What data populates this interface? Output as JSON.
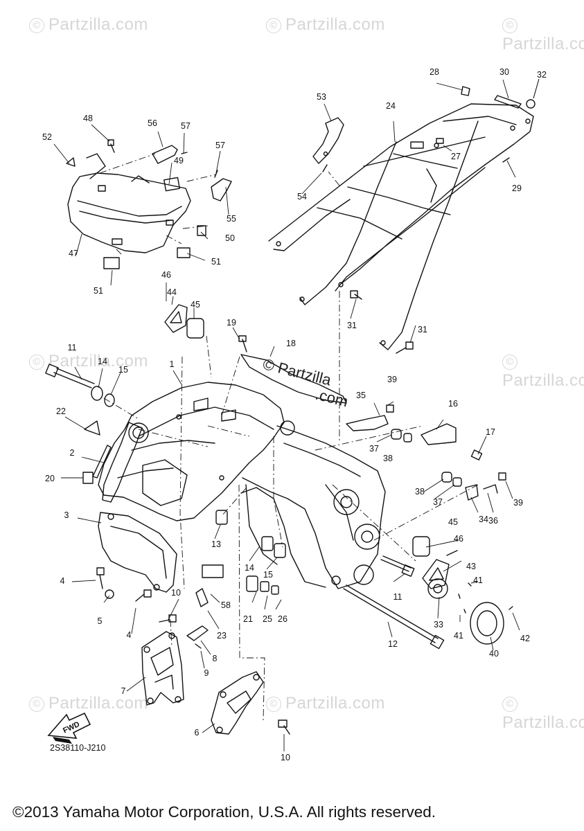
{
  "watermark": {
    "text": "Partzilla.com",
    "center_text_line1": "© Partzilla",
    "center_text_line2": ".com"
  },
  "diagram_code": "2S38110-J210",
  "fwd_label": "FWD",
  "copyright": "©2013 Yamaha Motor Corporation, U.S.A. All rights reserved.",
  "callouts": [
    "1",
    "2",
    "3",
    "4",
    "4",
    "5",
    "6",
    "7",
    "8",
    "9",
    "10",
    "10",
    "11",
    "11",
    "12",
    "13",
    "14",
    "14",
    "15",
    "15",
    "16",
    "17",
    "18",
    "19",
    "20",
    "21",
    "22",
    "23",
    "24",
    "25",
    "26",
    "27",
    "28",
    "29",
    "30",
    "31",
    "31",
    "32",
    "33",
    "34",
    "35",
    "36",
    "37",
    "37",
    "38",
    "38",
    "39",
    "39",
    "40",
    "41",
    "41",
    "42",
    "43",
    "44",
    "45",
    "45",
    "46",
    "46",
    "47",
    "48",
    "49",
    "50",
    "51",
    "51",
    "52",
    "53",
    "54",
    "55",
    "56",
    "57",
    "57",
    "58"
  ]
}
